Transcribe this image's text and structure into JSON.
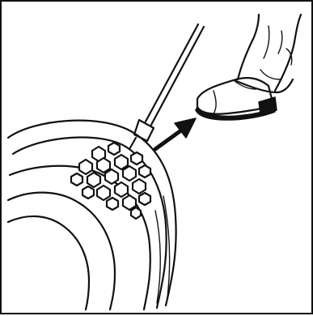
{
  "illustration": {
    "background_color": "#ffffff",
    "ink_color": "#111111",
    "elements": [
      "tire",
      "tread-hexagons",
      "probe-tool",
      "arrow",
      "shoe",
      "trouser-leg"
    ]
  }
}
